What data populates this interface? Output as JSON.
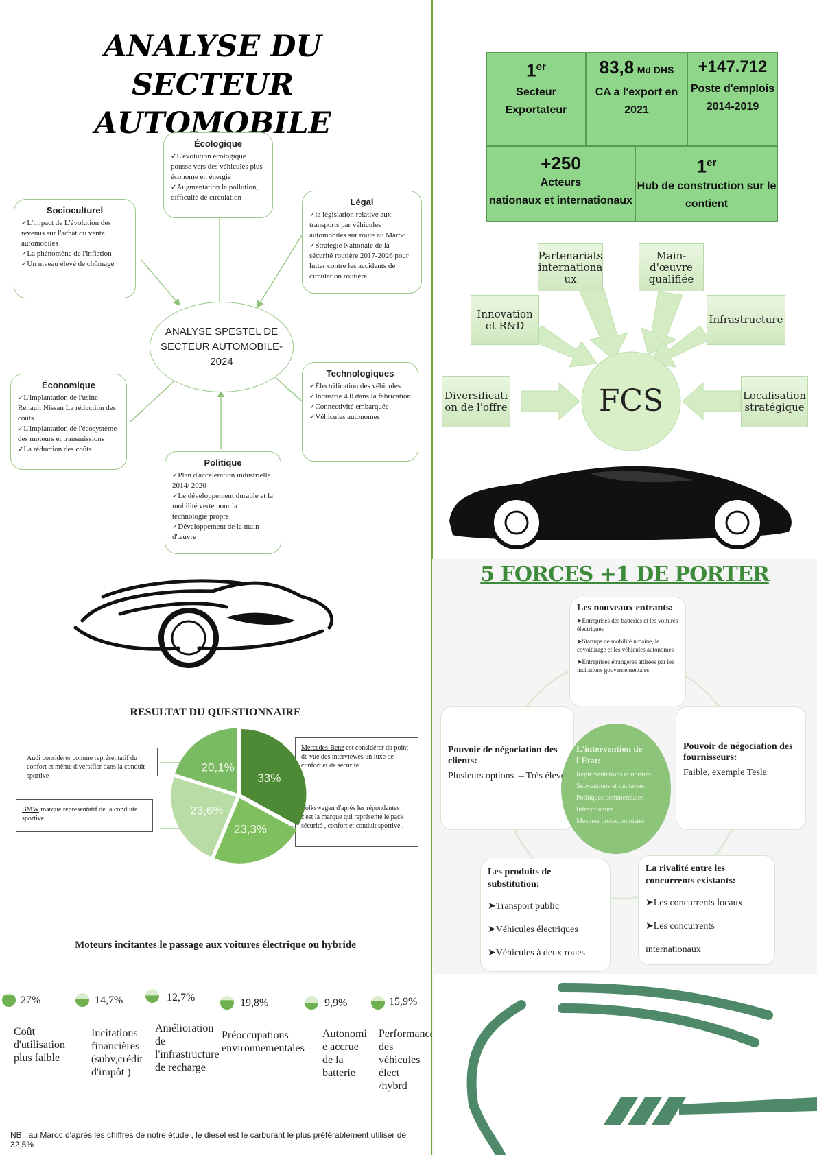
{
  "title": {
    "line1": "ANALYSE DU SECTEUR",
    "line2": "AUTOMOBILE"
  },
  "spestel": {
    "center": {
      "line1": "ANALYSE   SPESTEL DE",
      "line2": "SECTEUR AUTOMOBILE-",
      "line3": "2024"
    },
    "ecologique": {
      "title": "Écologique",
      "items": [
        "L'évolution écologique pousse vers des véhicules plus économe en énergie",
        "Augmentation la pollution, difficulté de circulation"
      ]
    },
    "socioculturel": {
      "title": "Socioculturel",
      "items": [
        "L'impact de L'évolution des revenus sur l'achat ou vente automobiles",
        "La phénomène de l'inflation",
        "Un niveau élevé de chômage"
      ]
    },
    "legal": {
      "title": "Légal",
      "items": [
        "la législation relative aux transports par véhicules automobiles sur route au Maroc",
        "Stratégie Nationale de la sécurité routière 2017-2026 pour lutter contre les accidents de circulation routière"
      ]
    },
    "economique": {
      "title": "Économique",
      "items": [
        "L'implantation de l'usine Renault Nissan La réduction des coûts",
        "L'implantation de l'écosystème des moteurs et transmissions",
        "La réduction des coûts"
      ]
    },
    "technologiques": {
      "title": "Technologiques",
      "items": [
        "Électrification des véhicules",
        "Industrie 4.0 dans la fabrication",
        "Connectivité embarquée",
        "Véhicules autonomes"
      ]
    },
    "politique": {
      "title": "Politique",
      "items": [
        "Plan d'accélération industrielle 2014/ 2020",
        "Le développement durable et la mobilité verte pour la technologie propre",
        "Développement de la main d'œuvre"
      ]
    }
  },
  "stats": {
    "c1": {
      "big": "1",
      "sup": "er",
      "l1": "Secteur",
      "l2": "Exportateur"
    },
    "c2": {
      "big": "83,8",
      "unit": "Md DHS",
      "l1": "CA a l'export en",
      "l2": "2021"
    },
    "c3": {
      "big": "+147.712",
      "l1": "Poste d'emplois",
      "l2": "2014-2019"
    },
    "c4": {
      "big": "+250",
      "l1": "Acteurs",
      "l2": "nationaux et internationaux"
    },
    "c5": {
      "big": "1",
      "sup": "er",
      "l1": "Hub de construction sur le",
      "l2": "contient"
    }
  },
  "fcs": {
    "center": "FCS",
    "partenariats": "Partenariats internationa ux",
    "main_oeuvre": "Main-d'œuvre qualifiée",
    "innovation": "Innovation et R&D",
    "infrastructure": "Infrastructure",
    "diversification": "Diversificati on de l'offre",
    "localisation": "Localisation stratégique"
  },
  "questionnaire": {
    "title": "RESULTAT DU QUESTIONNAIRE",
    "audi_brand": "Audi",
    "audi": " considérer comme représentatif du confort et même diversifier dans la conduit sportive",
    "bmw_brand": "BMW",
    "bmw": " marque représentatif de la conduite sportive",
    "mercedes_brand": "Mercedes-Benz",
    "mercedes": " est considérer du point de vue des interviewés un luxe de confort et de sécurité",
    "vw_brand": "Volkswagen",
    "vw": " d'après les répondantes c'est la marque qui représente le pack sécurité , confort et conduit sportive .",
    "slices": [
      {
        "label": "33%",
        "value": 33,
        "color": "#4e8a35"
      },
      {
        "label": "23,3%",
        "value": 23.3,
        "color": "#7fbf5e"
      },
      {
        "label": "23,6%",
        "value": 23.6,
        "color": "#b9dca6"
      },
      {
        "label": "20,1%",
        "value": 20.1,
        "color": "#7aba62"
      }
    ]
  },
  "moteurs": {
    "title": "Moteurs incitantes le passage  aux voitures électrique ou hybride",
    "items": [
      {
        "value": "27%",
        "fill": 0.27,
        "label": "Coût d'utilisation plus faible"
      },
      {
        "value": "14,7%",
        "fill": 0.147,
        "label": "Incitations financières (subv,crédit d'impôt )"
      },
      {
        "value": "12,7%",
        "fill": 0.127,
        "label": "Amélioration de l'infrastructure de recharge"
      },
      {
        "value": "19,8%",
        "fill": 0.198,
        "label": "Préoccupations environnementales"
      },
      {
        "value": "9,9%",
        "fill": 0.099,
        "label": "Autonomi e accrue de la batterie"
      },
      {
        "value": "15,9%",
        "fill": 0.159,
        "label": "Performance des véhicules élect /hybrd"
      }
    ]
  },
  "note": "NB : au Maroc d'après les chiffres de  notre étude , le diesel est le carburant le plus préférablement utiliser  de 32,5%",
  "porter": {
    "title": "5 FORCES +1 DE PORTER",
    "entrants": {
      "title": "Les nouveaux entrants:",
      "items": [
        "Entreprises des batteries et les voitures électriques",
        "Startups de mobilité urbaine, le covoiturage et les véhicules autonomes",
        "Entreprises étrangères attirées par les incitations gouvernementales"
      ]
    },
    "clients": {
      "title": "Pouvoir de négociation des clients:",
      "text": "Plusieurs options →Très élevé"
    },
    "fournisseurs": {
      "title": "Pouvoir de négociation des fournisseurs:",
      "text": "Faible, exemple Tesla"
    },
    "etat": {
      "title": "L'intervention de l'Etat:",
      "items": [
        "Réglementations et normes",
        "Subventions et incitation",
        "Politiques commerciales",
        "Infrastructure",
        "Mesures protectionnistes"
      ]
    },
    "substitution": {
      "title": "Les produits de substitution:",
      "items": [
        "Transport public",
        "Véhicules électriques",
        "Véhicules à deux roues"
      ]
    },
    "rivalite": {
      "title": "La rivalité entre les concurrents existants:",
      "items": [
        "Les concurrents locaux",
        "Les concurrents internationaux"
      ]
    }
  }
}
